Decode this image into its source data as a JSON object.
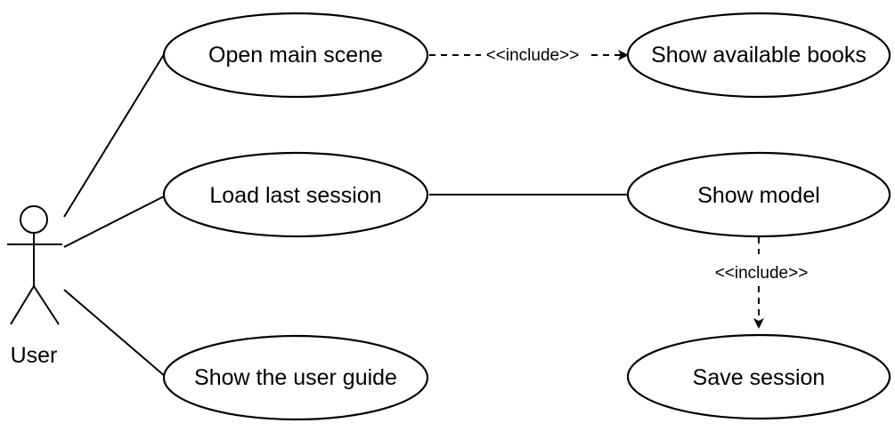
{
  "actor": {
    "label": "User"
  },
  "use_cases": {
    "open_main_scene": "Open main scene",
    "show_available_books": "Show available books",
    "load_last_session": "Load last session",
    "show_model": "Show model",
    "show_user_guide": "Show the user guide",
    "save_session": "Save session"
  },
  "relations": {
    "include_1": "<<include>>",
    "include_2": "<<include>>"
  }
}
